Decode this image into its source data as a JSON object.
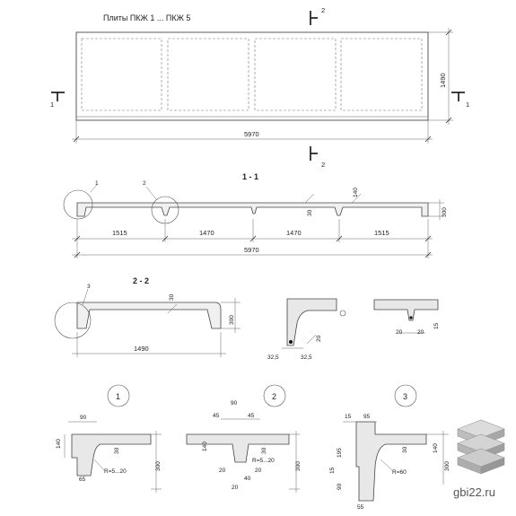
{
  "plan": {
    "title": "Плиты ПКЖ 1 ... ПКЖ 5",
    "length": "5970",
    "width": "1490",
    "section_1": "1",
    "section_2": "2"
  },
  "section_1_1": {
    "title": "1 - 1",
    "callout_1": "1",
    "callout_2": "2",
    "dim_thickness_top": "30",
    "dim_rib": "140",
    "dim_height": "300",
    "spans": [
      "1515",
      "1470",
      "1470",
      "1515"
    ],
    "total": "5970"
  },
  "section_2_2": {
    "title": "2 - 2",
    "callout_3": "3",
    "dim_top": "30",
    "dim_height": "300",
    "width": "1490"
  },
  "rib_edge_detail": {
    "dim_20": "20",
    "dim_a": "32,5",
    "dim_b": "32,5"
  },
  "rib_mid_detail": {
    "dim_20a": "20",
    "dim_20b": "20",
    "dim_15": "15"
  },
  "node_1": {
    "label": "1",
    "dim_90": "90",
    "dim_140": "140",
    "dim_30": "30",
    "dim_65": "65",
    "radius": "R=5...20",
    "dim_300": "300"
  },
  "node_2": {
    "label": "2",
    "dim_90": "90",
    "dim_45a": "45",
    "dim_45b": "45",
    "dim_140": "140",
    "dim_30": "30",
    "radius": "R=5...20",
    "dim_20a": "20",
    "dim_20b": "20",
    "dim_20c": "20",
    "dim_40": "40",
    "dim_300": "300"
  },
  "node_3": {
    "label": "3",
    "dim_15a": "15",
    "dim_95": "95",
    "dim_195": "195",
    "dim_15b": "15",
    "dim_90": "90",
    "dim_30": "30",
    "dim_140": "140",
    "radius": "R=60",
    "dim_300": "300",
    "dim_55": "55"
  },
  "watermark": {
    "text": "gbi22.ru"
  }
}
